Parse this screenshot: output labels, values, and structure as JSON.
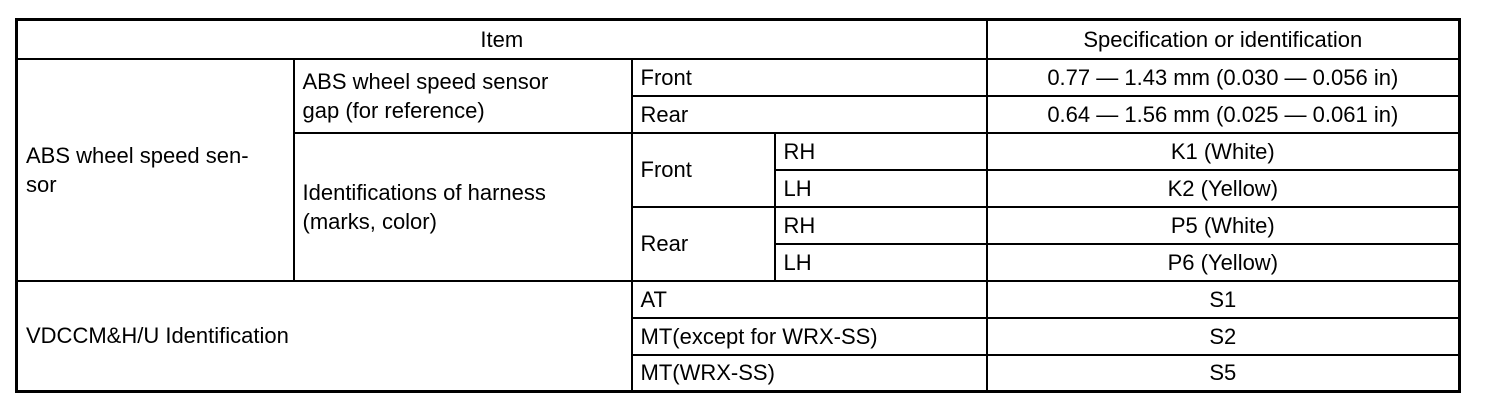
{
  "page": {
    "background": "#ffffff",
    "text_color": "#000000",
    "border_color": "#000000"
  },
  "table": {
    "header": {
      "item": "Item",
      "spec": "Specification or identification"
    },
    "cells": {
      "abs_sensor": "ABS wheel speed sen-\nsor",
      "gap_label": "ABS wheel speed sensor\ngap (for reference)",
      "gap_front": "Front",
      "gap_front_spec": "0.77 — 1.43 mm (0.030 — 0.056 in)",
      "gap_rear": "Rear",
      "gap_rear_spec": "0.64 — 1.56 mm (0.025 — 0.061 in)",
      "harness_label": "Identifications of harness\n(marks, color)",
      "harness_front": "Front",
      "harness_front_rh": "RH",
      "harness_front_rh_spec": "K1 (White)",
      "harness_front_lh": "LH",
      "harness_front_lh_spec": "K2 (Yellow)",
      "harness_rear": "Rear",
      "harness_rear_rh": "RH",
      "harness_rear_rh_spec": "P5 (White)",
      "harness_rear_lh": "LH",
      "harness_rear_lh_spec": "P6 (Yellow)",
      "vdccm": "VDCCM&H/U Identification",
      "vdccm_at": "AT",
      "vdccm_at_spec": "S1",
      "vdccm_mt_except": "MT(except for WRX-SS)",
      "vdccm_mt_except_spec": "S2",
      "vdccm_mt_wrx": "MT(WRX-SS)",
      "vdccm_mt_wrx_spec": "S5"
    }
  }
}
